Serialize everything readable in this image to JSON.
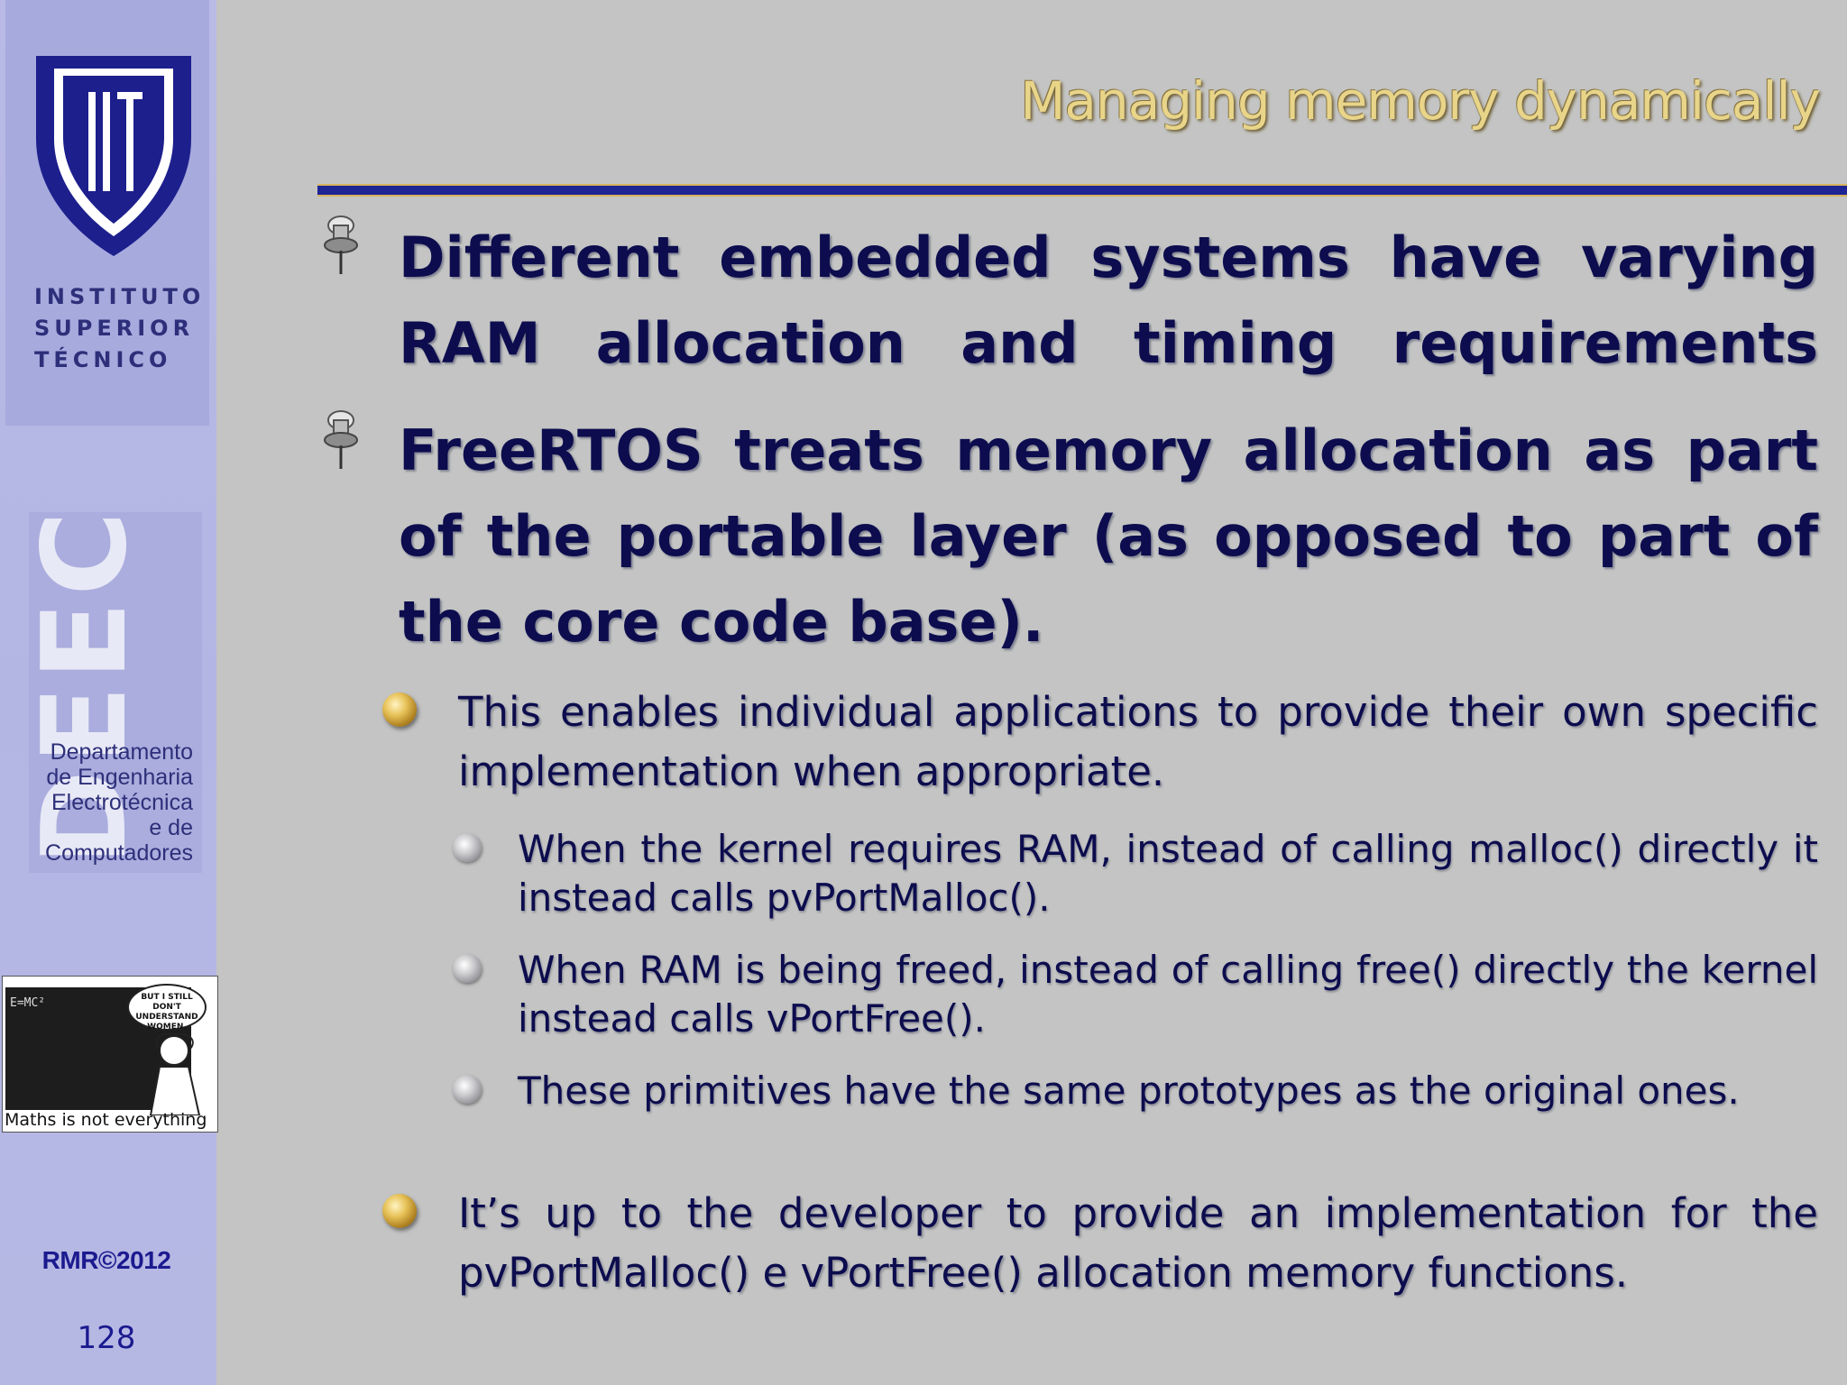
{
  "slide": {
    "title": "Managing memory dynamically",
    "page_number": "128",
    "copyright": "RMR©2012"
  },
  "sidebar": {
    "institution_lines": [
      "INSTITUTO",
      "SUPERIOR",
      "TÉCNICO"
    ],
    "dept_letters": "DEEC",
    "dept_name_lines": [
      "Departamento",
      "de Engenharia",
      "Electrotécnica",
      "e de",
      "Computadores"
    ],
    "cartoon": {
      "caption": "Maths is not everything",
      "bubble": "BUT I STILL DON'T UNDERSTAND WOMEN.",
      "equation": "E=MC²"
    }
  },
  "content": {
    "bullet1": "Different embedded systems have varying RAM allocation and timing requirements",
    "bullet2": "FreeRTOS treats memory allocation as part of the portable layer (as opposed to part of the core code base).",
    "sub1": "This enables individual applications to provide their own specific implementation when appropriate.",
    "sub1_items": [
      "When the kernel requires RAM, instead of calling malloc() directly it instead calls pvPortMalloc().",
      "When RAM is being freed, instead of calling free() directly the kernel instead calls vPortFree().",
      "These primitives have the same prototypes as the original ones."
    ],
    "sub2": "It’s up to the developer to provide an implementation for the pvPortMalloc() e vPortFree() allocation memory functions."
  },
  "colors": {
    "background": "#c3c4c3",
    "sidebar": "#b6b8e4",
    "title": "#e9d589",
    "rule": "#1e2494",
    "text": "#0c0c4e",
    "copyright": "#1b1a8f"
  }
}
